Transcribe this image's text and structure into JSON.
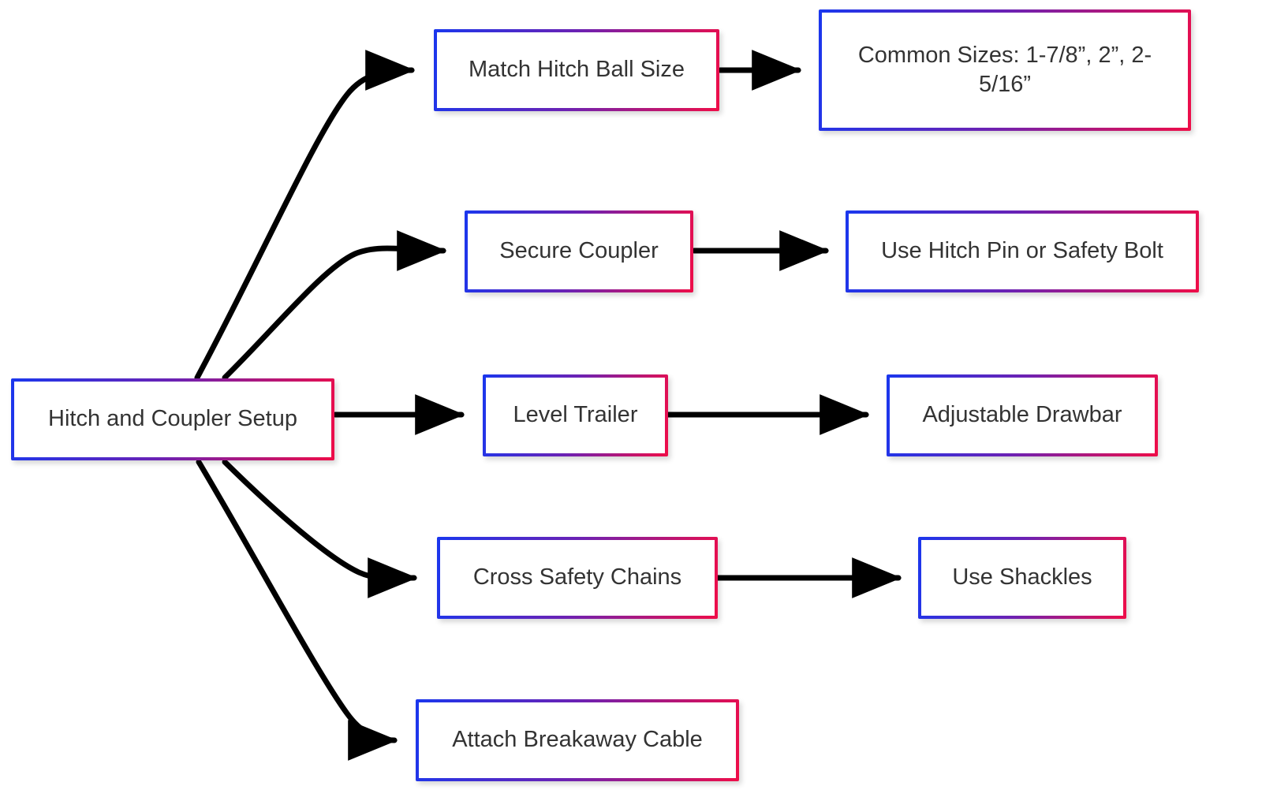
{
  "diagram": {
    "type": "flowchart",
    "orientation": "left-to-right",
    "background_color": "#ffffff",
    "node_border_gradient": {
      "start": "#1a37ee",
      "mid": "#6b22b4",
      "end": "#ef0d48"
    },
    "node_text_color": "#333333",
    "edge_color": "#000000",
    "root": {
      "id": "root",
      "label": "Hitch and Coupler Setup"
    },
    "branches": [
      {
        "id": "branch1",
        "step": {
          "id": "step1",
          "label": "Match Hitch Ball Size"
        },
        "detail": {
          "id": "detail1",
          "label": "Common Sizes: 1-7/8”, 2”, 2-5/16”"
        }
      },
      {
        "id": "branch2",
        "step": {
          "id": "step2",
          "label": "Secure Coupler"
        },
        "detail": {
          "id": "detail2",
          "label": "Use Hitch Pin or Safety Bolt"
        }
      },
      {
        "id": "branch3",
        "step": {
          "id": "step3",
          "label": "Level Trailer"
        },
        "detail": {
          "id": "detail3",
          "label": "Adjustable Drawbar"
        }
      },
      {
        "id": "branch4",
        "step": {
          "id": "step4",
          "label": "Cross Safety Chains"
        },
        "detail": {
          "id": "detail4",
          "label": "Use Shackles"
        }
      },
      {
        "id": "branch5",
        "step": {
          "id": "step5",
          "label": "Attach Breakaway Cable"
        },
        "detail": null
      }
    ],
    "edges": [
      {
        "from": "root",
        "to": "step1"
      },
      {
        "from": "step1",
        "to": "detail1"
      },
      {
        "from": "root",
        "to": "step2"
      },
      {
        "from": "step2",
        "to": "detail2"
      },
      {
        "from": "root",
        "to": "step3"
      },
      {
        "from": "step3",
        "to": "detail3"
      },
      {
        "from": "root",
        "to": "step4"
      },
      {
        "from": "step4",
        "to": "detail4"
      },
      {
        "from": "root",
        "to": "step5"
      }
    ]
  }
}
